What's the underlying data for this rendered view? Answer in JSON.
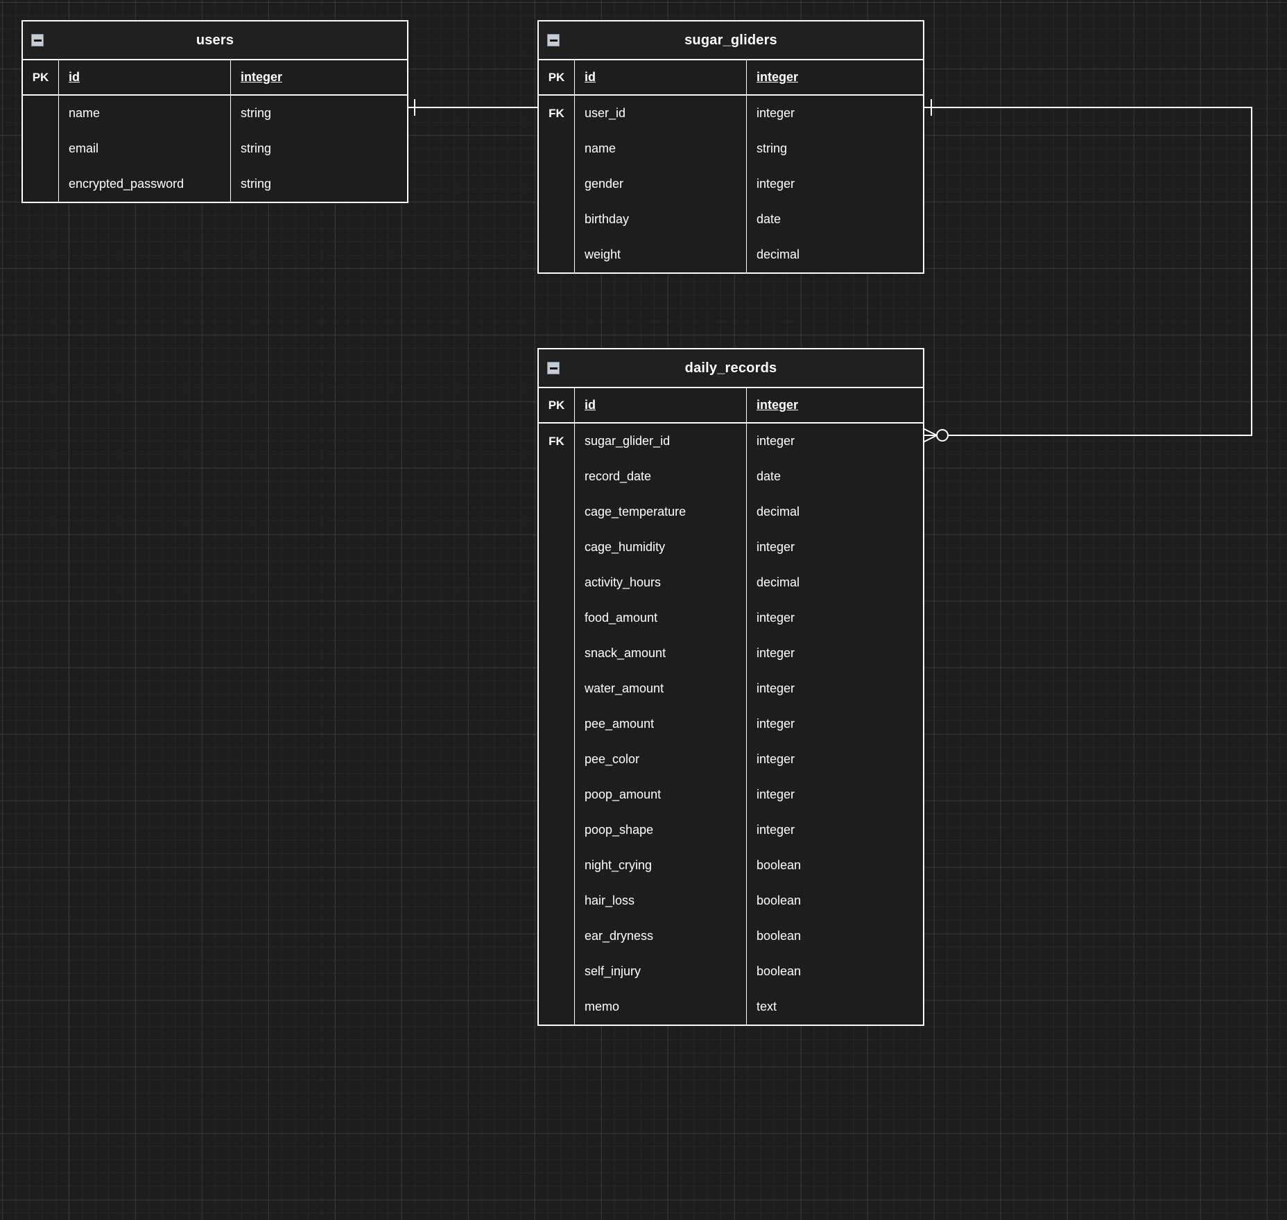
{
  "diagram": {
    "notation": "crows-foot",
    "background_color": "#1d1d1d",
    "line_color": "#ffffff",
    "collapse_icon": "minus-square-icon",
    "key_labels": {
      "pk": "PK",
      "fk": "FK"
    }
  },
  "entities": [
    {
      "id": "users",
      "name": "users",
      "fields": [
        {
          "key": "PK",
          "name": "id",
          "type": "integer"
        },
        {
          "key": "",
          "name": "name",
          "type": "string"
        },
        {
          "key": "",
          "name": "email",
          "type": "string"
        },
        {
          "key": "",
          "name": "encrypted_password",
          "type": "string"
        }
      ]
    },
    {
      "id": "sugar_gliders",
      "name": "sugar_gliders",
      "fields": [
        {
          "key": "PK",
          "name": "id",
          "type": "integer"
        },
        {
          "key": "FK",
          "name": "user_id",
          "type": "integer"
        },
        {
          "key": "",
          "name": "name",
          "type": "string"
        },
        {
          "key": "",
          "name": "gender",
          "type": "integer"
        },
        {
          "key": "",
          "name": "birthday",
          "type": "date"
        },
        {
          "key": "",
          "name": "weight",
          "type": "decimal"
        }
      ]
    },
    {
      "id": "daily_records",
      "name": "daily_records",
      "fields": [
        {
          "key": "PK",
          "name": "id",
          "type": "integer"
        },
        {
          "key": "FK",
          "name": "sugar_glider_id",
          "type": "integer"
        },
        {
          "key": "",
          "name": "record_date",
          "type": "date"
        },
        {
          "key": "",
          "name": "cage_temperature",
          "type": "decimal"
        },
        {
          "key": "",
          "name": "cage_humidity",
          "type": "integer"
        },
        {
          "key": "",
          "name": "activity_hours",
          "type": "decimal"
        },
        {
          "key": "",
          "name": "food_amount",
          "type": "integer"
        },
        {
          "key": "",
          "name": "snack_amount",
          "type": "integer"
        },
        {
          "key": "",
          "name": "water_amount",
          "type": "integer"
        },
        {
          "key": "",
          "name": "pee_amount",
          "type": "integer"
        },
        {
          "key": "",
          "name": "pee_color",
          "type": "integer"
        },
        {
          "key": "",
          "name": "poop_amount",
          "type": "integer"
        },
        {
          "key": "",
          "name": "poop_shape",
          "type": "integer"
        },
        {
          "key": "",
          "name": "night_crying",
          "type": "boolean"
        },
        {
          "key": "",
          "name": "hair_loss",
          "type": "boolean"
        },
        {
          "key": "",
          "name": "ear_dryness",
          "type": "boolean"
        },
        {
          "key": "",
          "name": "self_injury",
          "type": "boolean"
        },
        {
          "key": "",
          "name": "memo",
          "type": "text"
        }
      ]
    }
  ],
  "relationships": [
    {
      "id": "users-to-sugar-gliders",
      "from_entity": "users",
      "from_field": "id",
      "from_cardinality": "one",
      "to_entity": "sugar_gliders",
      "to_field": "user_id",
      "to_cardinality": "zero-or-many"
    },
    {
      "id": "sugar-gliders-to-daily-records",
      "from_entity": "sugar_gliders",
      "from_field": "id",
      "from_cardinality": "one",
      "to_entity": "daily_records",
      "to_field": "sugar_glider_id",
      "to_cardinality": "zero-or-many"
    }
  ]
}
